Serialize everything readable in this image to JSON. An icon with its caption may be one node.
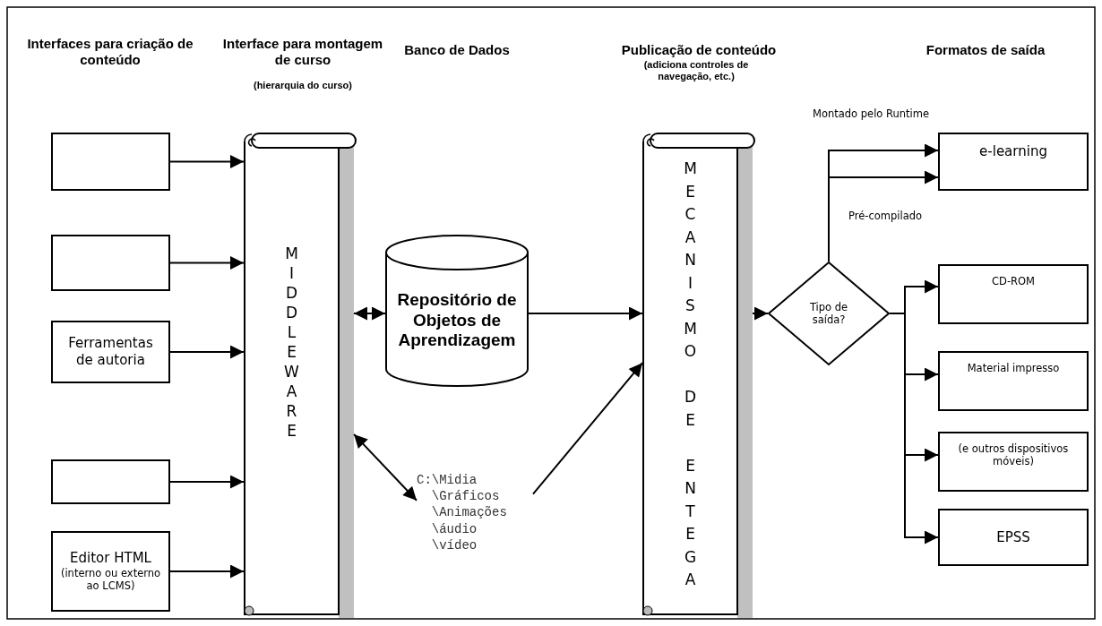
{
  "diagram": {
    "nodes": [
      {
        "text": [],
        "shape": "box"
      },
      {
        "text": [],
        "shape": "box"
      },
      {
        "text": [
          "Ferramentas de autoria"
        ]
      },
      {
        "text": [],
        "shape": "box"
      },
      {
        "text": [
          "Editor HTML",
          "(interno ou externo ao LCMS)"
        ]
      },
      {
        "text": [
          "MIDDLEWARE"
        ]
      },
      {
        "text": [
          "Repositório de Objetos de Aprendizagem"
        ]
      },
      {
        "text": [
          "C:\\Midia \\Gráficos \\Animações \\áudio \\vídeo"
        ]
      },
      {
        "text": [
          "MECANISMO DE ENTEGA"
        ]
      },
      {
        "text": [
          "Tipo de saída?"
        ]
      },
      {
        "text": [
          "e-learning"
        ]
      },
      {
        "text": [
          "CD-ROM"
        ]
      },
      {
        "text": [
          "Material impresso"
        ]
      },
      {
        "text": [
          "(e outros dispositivos móveis)"
        ]
      },
      {
        "text": [
          "EPSS"
        ]
      }
    ],
    "edges": [
      {
        "from": 0,
        "to": 5,
        "arrow": "to"
      },
      {
        "from": 1,
        "to": 5,
        "arrow": "to"
      },
      {
        "from": 2,
        "to": 5,
        "arrow": "to"
      },
      {
        "from": 3,
        "to": 5,
        "arrow": "to"
      },
      {
        "from": 4,
        "to": 5,
        "arrow": "to"
      },
      {
        "from": 5,
        "to": 6,
        "arrow": "both"
      },
      {
        "from": 5,
        "to": 7,
        "arrow": "both"
      },
      {
        "from": 7,
        "to": 8,
        "arrow": "to"
      },
      {
        "from": 6,
        "to": 8,
        "arrow": "to"
      },
      {
        "from": 8,
        "to": 9,
        "arrow": "to"
      },
      {
        "from": 9,
        "to": 10,
        "arrow": "to",
        "label": "Montado pelo Runtime"
      },
      {
        "from": 9,
        "to": 10,
        "arrow": "to",
        "label": "Pré-compilado"
      },
      {
        "from": 9,
        "to": 11,
        "arrow": "to"
      },
      {
        "from": 9,
        "to": 12,
        "arrow": "to"
      },
      {
        "from": 9,
        "to": 13,
        "arrow": "to"
      },
      {
        "from": 9,
        "to": 14,
        "arrow": "to"
      }
    ],
    "labels": [
      "Interfaces para criação de conteúdo",
      "Interface para montagem de curso",
      "(hierarquia do curso)",
      "Banco de Dados",
      "Publicação de conteúdo",
      "(adiciona controles de navegação, etc.)",
      "Formatos de saída"
    ]
  }
}
